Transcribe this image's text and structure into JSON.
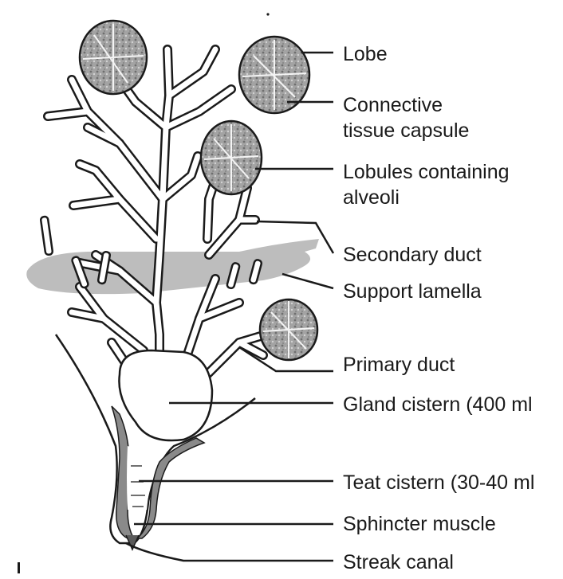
{
  "diagram": {
    "labels": {
      "lobe": "Lobe",
      "capsule_line1": "Connective",
      "capsule_line2": "tissue capsule",
      "lobules_line1": "Lobules containing",
      "lobules_line2": "alveoli",
      "secondary_duct": "Secondary duct",
      "support_lamella": "Support lamella",
      "primary_duct": "Primary duct",
      "gland_cistern": "Gland cistern (400 ml",
      "teat_cistern": "Teat cistern (30-40 ml",
      "sphincter_muscle": "Sphincter muscle",
      "streak_canal": "Streak canal"
    },
    "colors": {
      "ink": "#1a1a1a",
      "lamella": "#bdbdbd",
      "muscle": "#8a8a8a",
      "lobe_fill": "#a9a9a9"
    }
  }
}
